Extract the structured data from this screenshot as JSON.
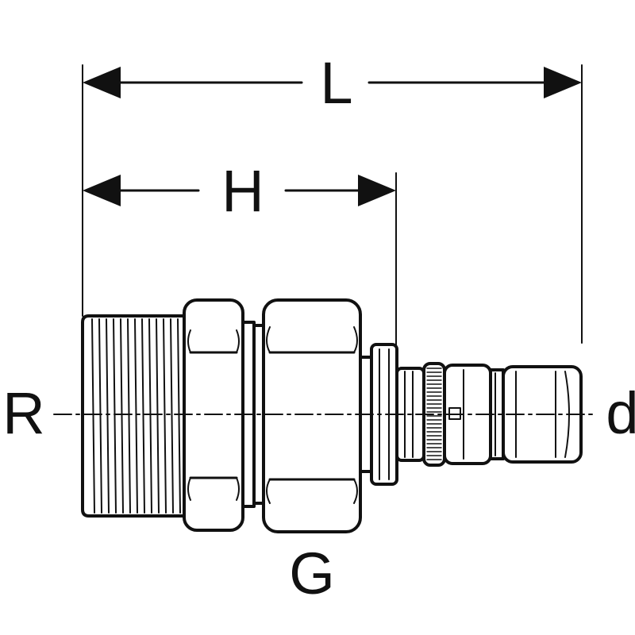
{
  "labels": {
    "overall_length": "L",
    "insertion_length": "H",
    "thread_size": "R",
    "nut_thread": "G",
    "pipe_diameter": "d"
  },
  "colors": {
    "line": "#111111",
    "background": "#ffffff"
  }
}
